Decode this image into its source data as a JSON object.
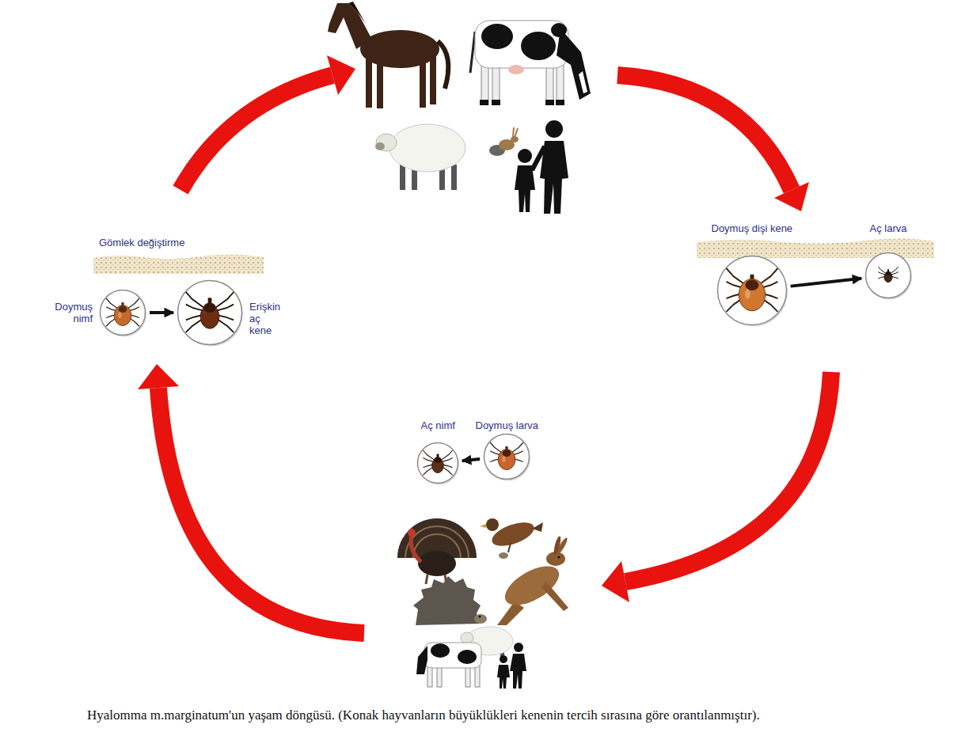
{
  "diagram": {
    "caption": "Hyalomma m.marginatum'un yaşam döngüsü. (Konak hayvanların büyüklükleri kenenin tercih sırasına göre orantılanmıştır).",
    "nodes": [
      {
        "text": [
          "Doymuş nimf"
        ]
      },
      {
        "text": [
          "Erişkin aç kene"
        ]
      },
      {
        "text": [
          "Doymuş dişi kene"
        ]
      },
      {
        "text": [
          "Aç larva"
        ]
      },
      {
        "text": [
          "Aç nimf"
        ]
      },
      {
        "text": [
          "Doymuş larva"
        ]
      }
    ],
    "edges": [
      {
        "from": 0,
        "to": 1,
        "arrow": "to"
      },
      {
        "from": 2,
        "to": 3,
        "arrow": "to"
      },
      {
        "from": 5,
        "to": 4,
        "arrow": "to"
      }
    ],
    "labels": [
      "Gömlek değiştirme"
    ]
  }
}
